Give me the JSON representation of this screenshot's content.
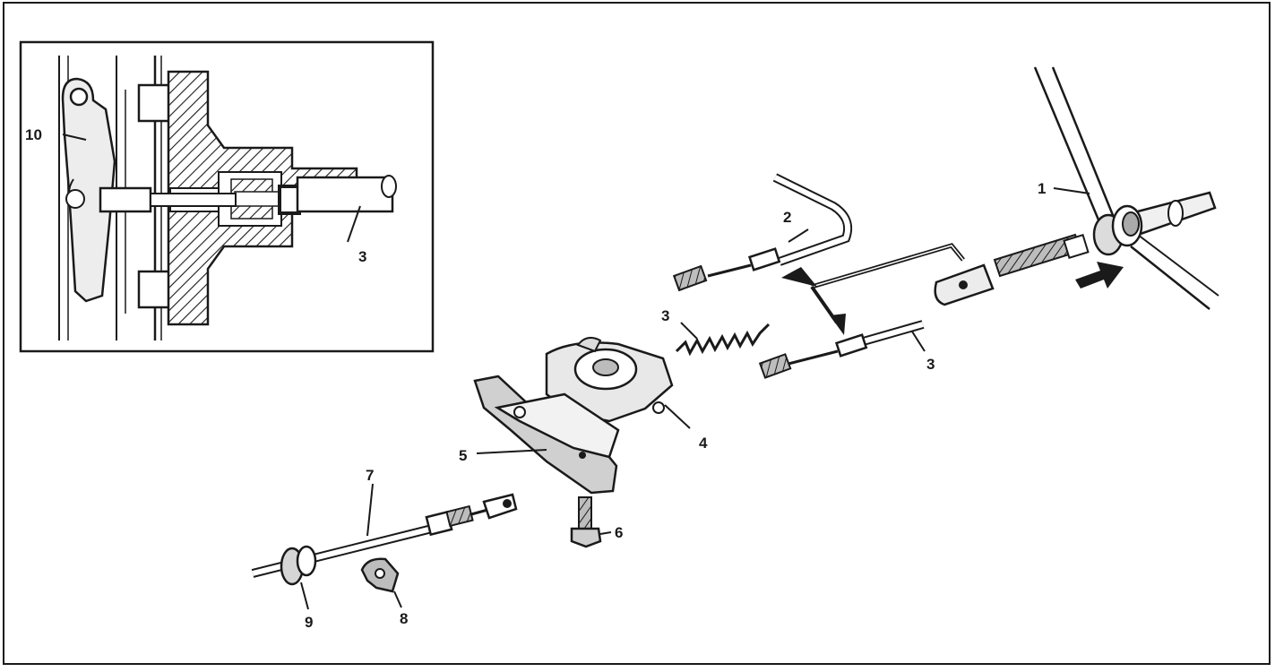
{
  "colors": {
    "ink": "#1a1a1a",
    "part_fill": "#e4e4e4",
    "part_shade": "#a9a9a9",
    "background": "#ffffff"
  },
  "callouts": {
    "c1": "1",
    "c2": "2",
    "c3_spring": "3",
    "c3_cable": "3",
    "c3_inset": "3",
    "c4": "4",
    "c5": "5",
    "c6": "6",
    "c7": "7",
    "c8": "8",
    "c9": "9",
    "c10": "10"
  }
}
